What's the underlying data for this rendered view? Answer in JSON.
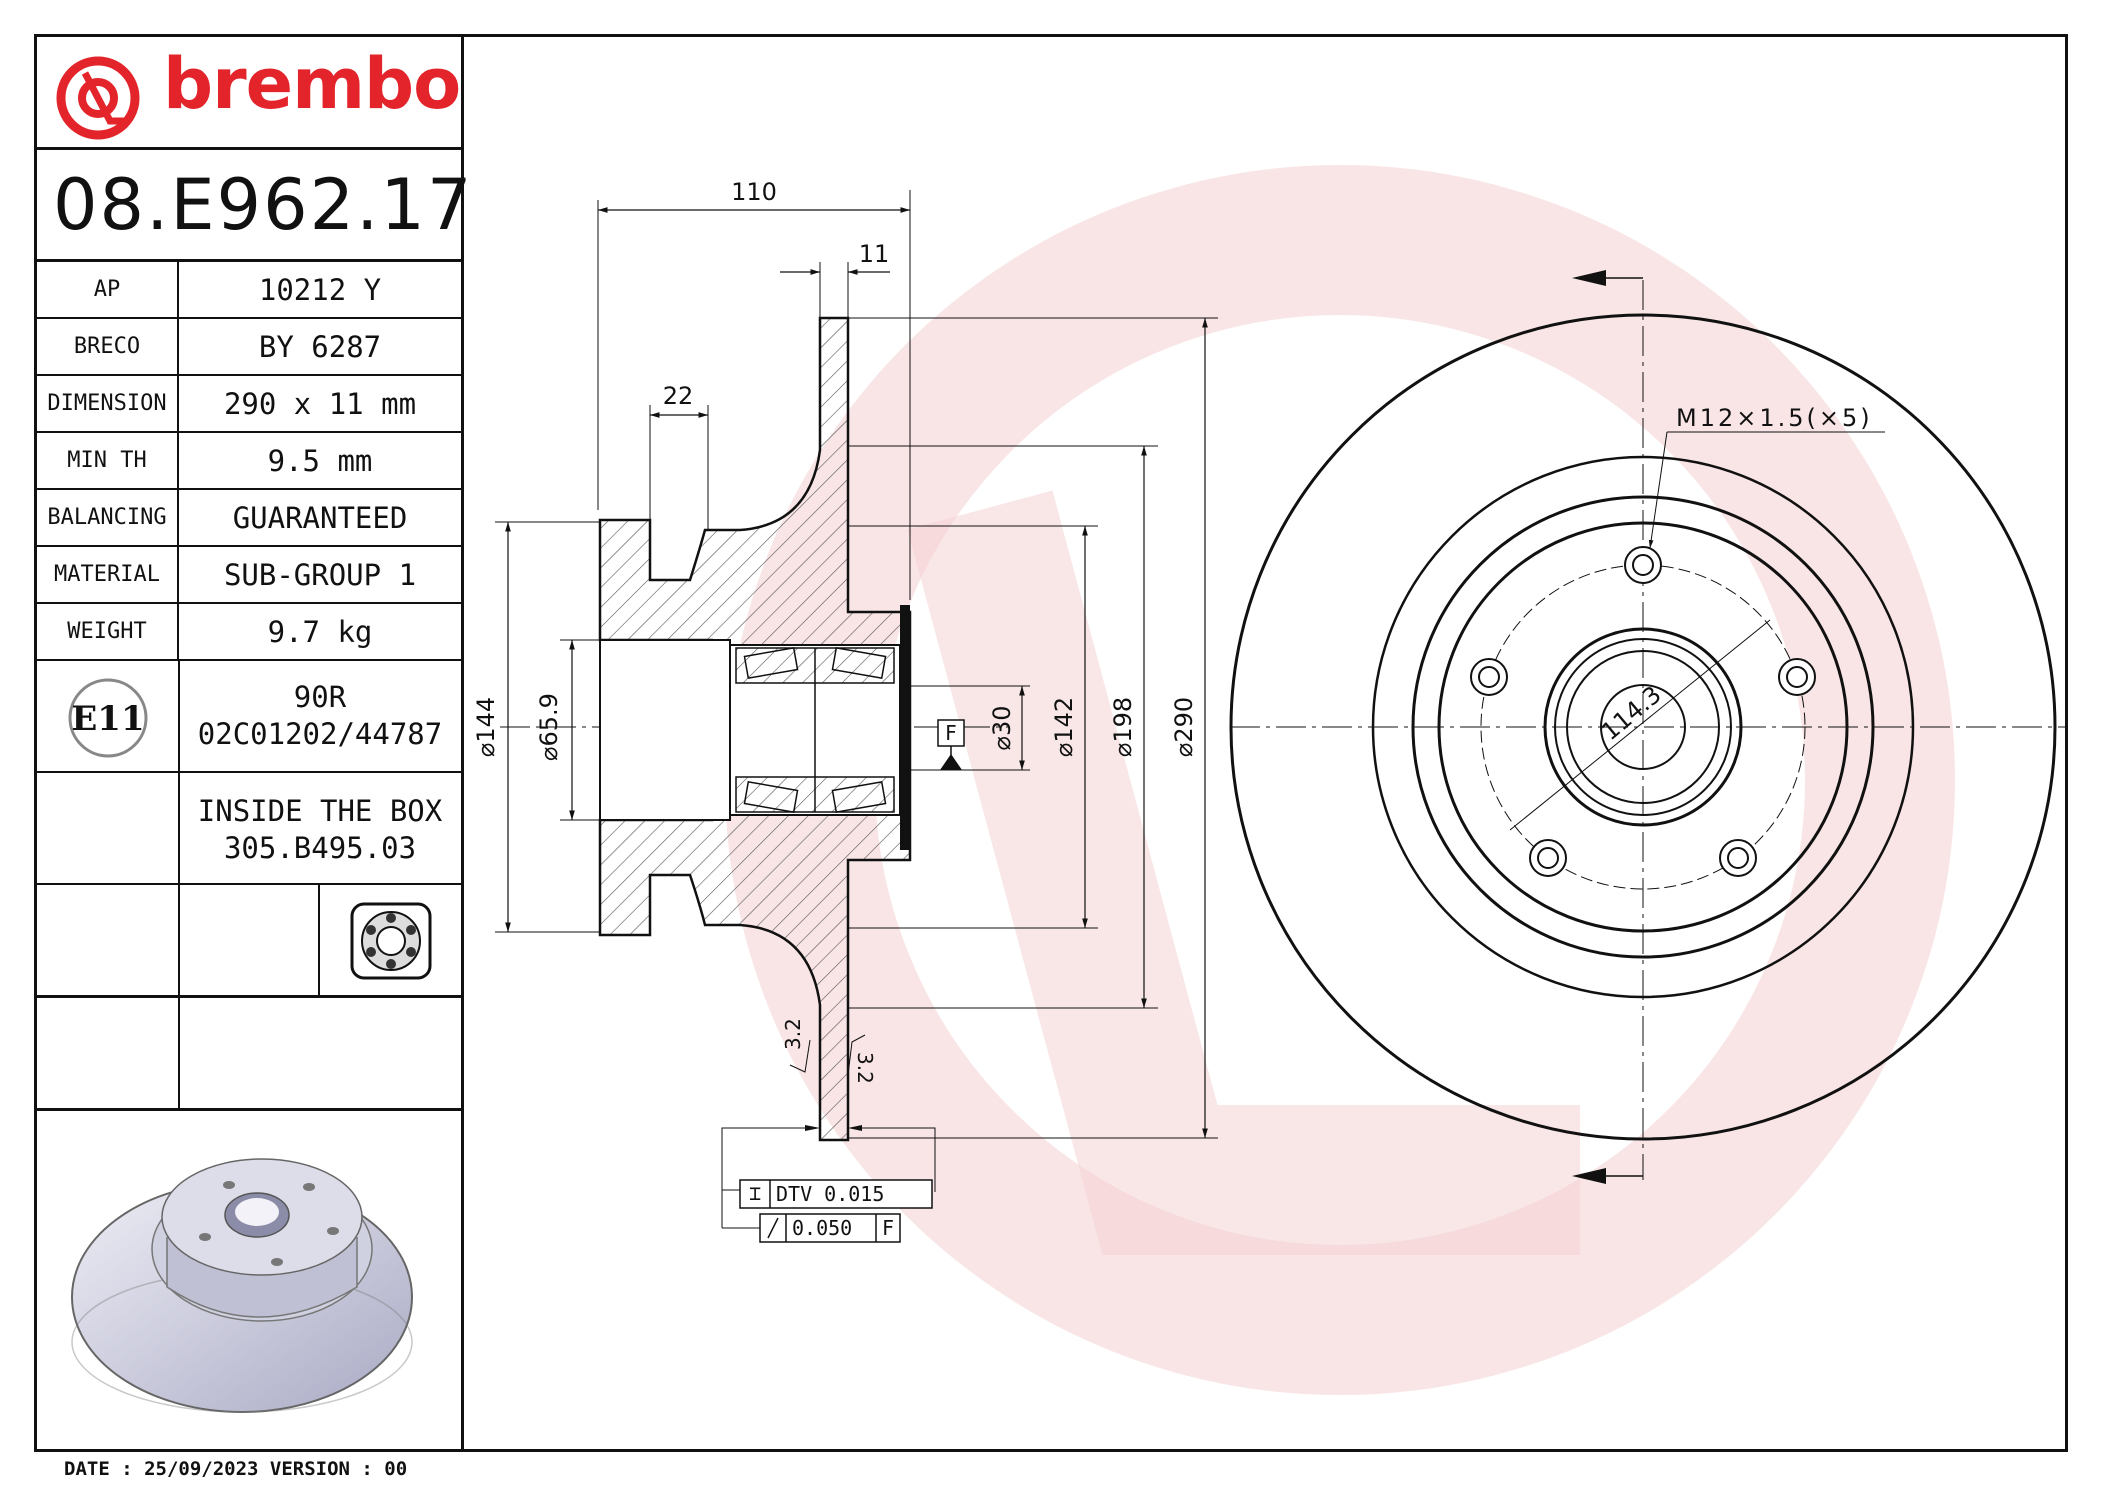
{
  "brand": {
    "name": "brembo",
    "color": "#e3242b"
  },
  "part_number": "08.E962.17",
  "specs": [
    {
      "label": "AP",
      "value": "10212 Y"
    },
    {
      "label": "BRECO",
      "value": "BY 6287"
    },
    {
      "label": "DIMENSION",
      "value": "290 x 11 mm"
    },
    {
      "label": "MIN TH",
      "value": "9.5 mm"
    },
    {
      "label": "BALANCING",
      "value": "GUARANTEED"
    },
    {
      "label": "MATERIAL",
      "value": "SUB-GROUP 1"
    },
    {
      "label": "WEIGHT",
      "value": "9.7 kg"
    }
  ],
  "certification": {
    "badge": "E11",
    "line1": "90R",
    "line2": "02C01202/44787"
  },
  "inside_box": {
    "line1": "INSIDE THE BOX",
    "line2": "305.B495.03"
  },
  "icons": {
    "bearing": "bearing-icon",
    "logo": "brembo-logo-icon"
  },
  "footer": {
    "date_text": "DATE : 25/09/2023 VERSION : 00"
  },
  "drawing": {
    "dim_110": "110",
    "dim_11": "11",
    "dim_22": "22",
    "dia_144": "144",
    "dia_65_9": "65.9",
    "dia_30": "30",
    "dia_142": "142",
    "dia_198": "198",
    "dia_290": "290",
    "datum_f": "F",
    "thread": "M12×1.5(×5)",
    "pcd": "114.3",
    "roughness_left": "3.2",
    "roughness_right": "3.2",
    "tol_dtv": "DTV 0.015",
    "tol_runout": "0.050",
    "tol_datum": "F",
    "diameter_symbol": "⌀"
  }
}
